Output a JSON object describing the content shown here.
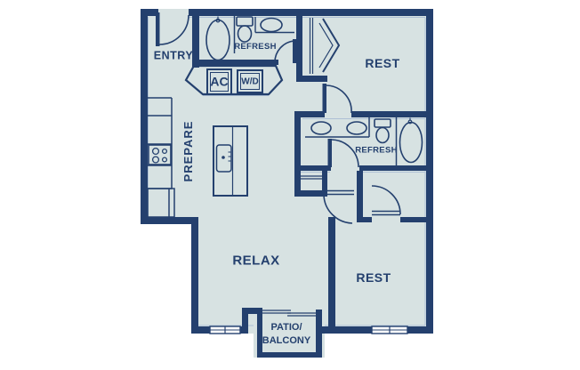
{
  "title": "two-bedroom apartment floor plan",
  "palette": {
    "wall": "#24406e",
    "floor": "#d7e2e2",
    "echo": "#aec0d5",
    "background": "#ffffff",
    "label_text": "#24406e"
  },
  "rooms": {
    "entry": {
      "label": "ENTRY"
    },
    "bath1": {
      "label": "REFRESH"
    },
    "bedroom1": {
      "label": "REST"
    },
    "kitchen": {
      "label": "PREPARE"
    },
    "living": {
      "label": "RELAX"
    },
    "bath2": {
      "label": "REFRESH"
    },
    "bedroom2": {
      "label": "REST"
    },
    "ac_closet": {
      "label": "AC"
    },
    "laundry": {
      "label": "W/D"
    },
    "patio": {
      "label_line1": "PATIO/",
      "label_line2": "BALCONY"
    }
  },
  "fixtures": [
    "bathtub",
    "toilet",
    "vanity-sink",
    "double-vanity-sinks",
    "stove-burners",
    "kitchen-counter",
    "kitchen-island",
    "island-sink",
    "bifold-closet-doors",
    "closet-shelves",
    "door-swing-arcs",
    "sliding-patio-door",
    "windows"
  ]
}
